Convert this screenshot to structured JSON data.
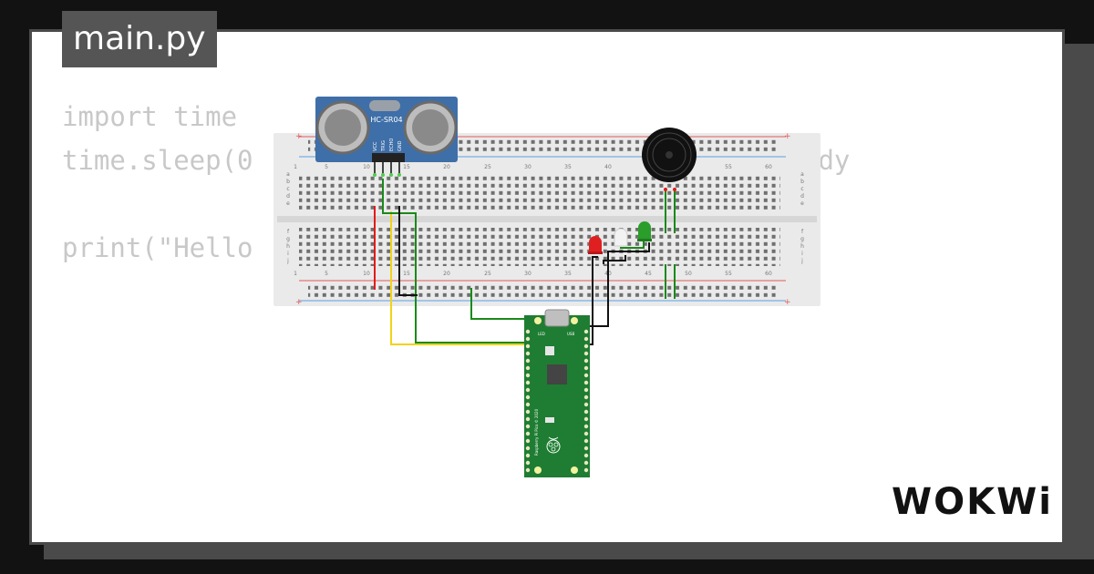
{
  "filename": "main.py",
  "code": {
    "line1": "import time",
    "line2": "time.sleep(0",
    "line2_tail": "ady",
    "line3": "",
    "line4": "print(\"Hello"
  },
  "sensor": {
    "model": "HC-SR04",
    "pins": [
      "VCC",
      "TRIG",
      "ECHO",
      "GND"
    ]
  },
  "breadboard": {
    "column_numbers": [
      "1",
      "5",
      "10",
      "15",
      "20",
      "25",
      "30",
      "35",
      "40",
      "45",
      "50",
      "55",
      "60"
    ],
    "row_letters_top": [
      "a",
      "b",
      "c",
      "d",
      "e"
    ],
    "row_letters_bottom": [
      "f",
      "g",
      "h",
      "i",
      "j"
    ]
  },
  "board": {
    "usb_label": "USB",
    "led_label": "LED",
    "side_text": "Raspberry Pi Pico © 2020"
  },
  "brand": "WOKWi",
  "colors": {
    "red_led": "#e02020",
    "green_led": "#2a9d2a",
    "pico_green": "#1e7d32",
    "sensor_blue": "#3f6fa8",
    "wire_red": "#e41a1a",
    "wire_yellow": "#f2d21a",
    "wire_green": "#1a8a1a",
    "wire_black": "#111111"
  }
}
